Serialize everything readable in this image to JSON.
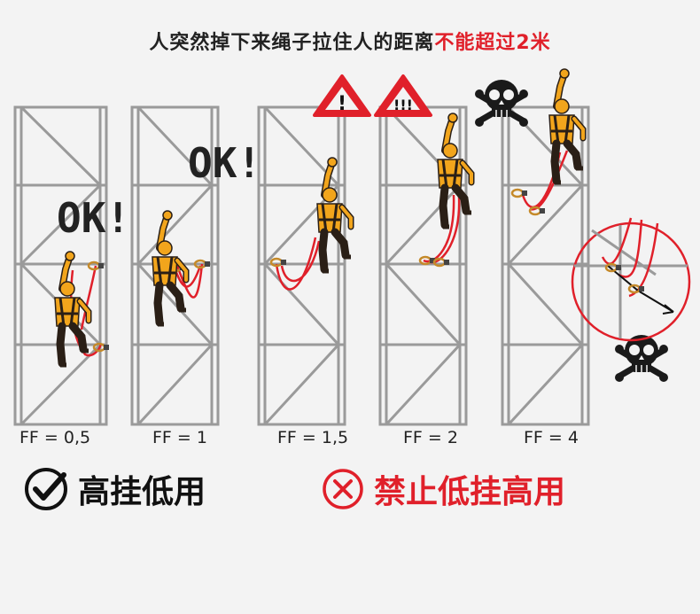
{
  "title": {
    "normal": "人突然掉下来绳子拉住人的距离",
    "warning": "不能超过2米"
  },
  "ok_marks": [
    "OK!",
    "OK!"
  ],
  "warning_signs": [
    "!",
    "!!!"
  ],
  "panels": [
    {
      "ff_label": "FF = 0,5"
    },
    {
      "ff_label": "FF = 1"
    },
    {
      "ff_label": "FF = 1,5"
    },
    {
      "ff_label": "FF = 2"
    },
    {
      "ff_label": "FF = 4"
    }
  ],
  "legend": {
    "correct": "高挂低用",
    "forbidden": "禁止低挂高用"
  },
  "colors": {
    "accent_red": "#e0202a",
    "worker_yellow": "#f2a51c",
    "frame_gray": "#9a9a9a",
    "text": "#222222"
  }
}
